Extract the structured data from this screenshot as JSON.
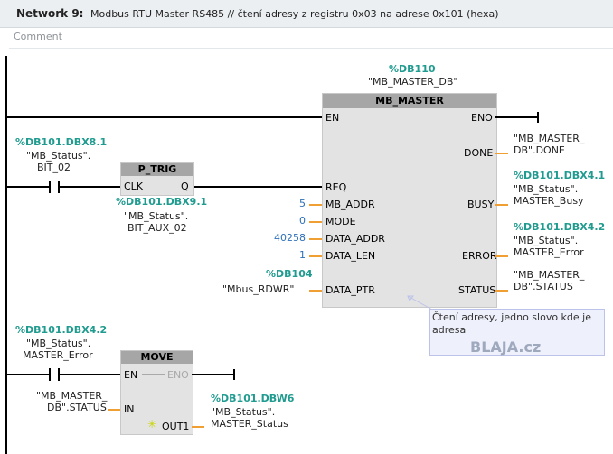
{
  "network": {
    "title": "Network 9:",
    "description": "Modbus RTU Master RS485  //  čtení adresy z registru 0x03 na adrese 0x101 (hexa)",
    "comment_placeholder": "Comment"
  },
  "mb_master": {
    "instance_tag": "%DB110",
    "instance_name": "\"MB_MASTER_DB\"",
    "title": "MB_MASTER",
    "inputs": {
      "en": "EN",
      "req": "REQ",
      "mb_addr": "MB_ADDR",
      "mode": "MODE",
      "data_addr": "DATA_ADDR",
      "data_len": "DATA_LEN",
      "data_ptr": "DATA_PTR"
    },
    "outputs": {
      "eno": "ENO",
      "done": "DONE",
      "busy": "BUSY",
      "error": "ERROR",
      "status": "STATUS"
    },
    "values": {
      "mb_addr": "5",
      "mode": "0",
      "data_addr": "40258",
      "data_len": "1"
    },
    "data_ptr_tag": "%DB104",
    "data_ptr_name": "\"Mbus_RDWR\"",
    "done_name_1": "\"MB_MASTER_",
    "done_name_2": "DB\".DONE",
    "busy_tag": "%DB101.DBX4.1",
    "busy_name_1": "\"MB_Status\".",
    "busy_name_2": "MASTER_Busy",
    "error_tag": "%DB101.DBX4.2",
    "error_name_1": "\"MB_Status\".",
    "error_name_2": "MASTER_Error",
    "status_name_1": "\"MB_MASTER_",
    "status_name_2": "DB\".STATUS"
  },
  "contact1": {
    "tag": "%DB101.DBX8.1",
    "name_1": "\"MB_Status\".",
    "name_2": "BIT_02"
  },
  "p_trig": {
    "title": "P_TRIG",
    "clk": "CLK",
    "q": "Q",
    "tag": "%DB101.DBX9.1",
    "name_1": "\"MB_Status\".",
    "name_2": "BIT_AUX_02"
  },
  "contact2": {
    "tag": "%DB101.DBX4.2",
    "name_1": "\"MB_Status\".",
    "name_2": "MASTER_Error"
  },
  "move": {
    "title": "MOVE",
    "en": "EN",
    "eno": "ENO",
    "in": "IN",
    "out1": "OUT1",
    "in_name_1": "\"MB_MASTER_",
    "in_name_2": "DB\".STATUS",
    "out_tag": "%DB101.DBW6",
    "out_name_1": "\"MB_Status\".",
    "out_name_2": "MASTER_Status"
  },
  "tooltip": {
    "text": "Čtení adresy, jedno slovo kde je adresa"
  },
  "watermark": "BLAJA.cz"
}
